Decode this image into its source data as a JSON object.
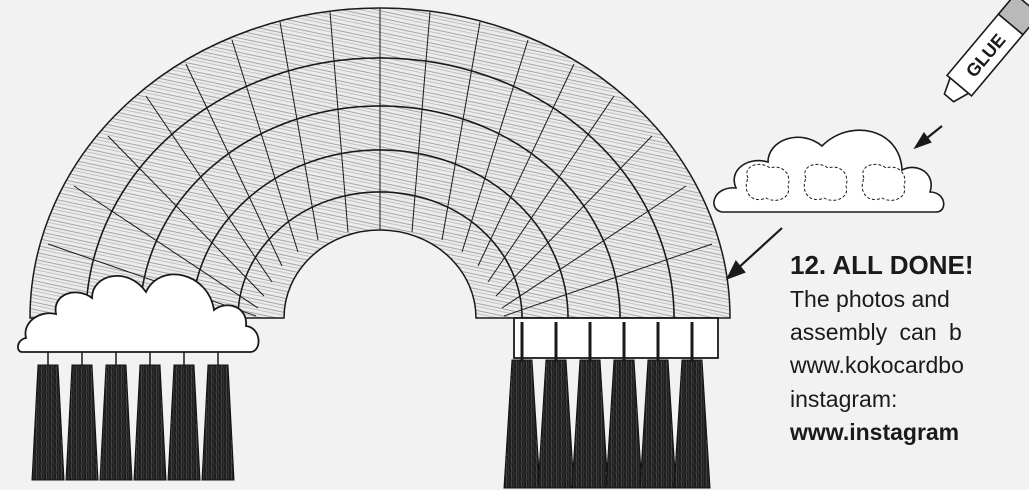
{
  "instructions": {
    "step_title": "12. ALL DONE!",
    "lines": [
      "The photos and",
      "assembly can b",
      "www.kokocardbo",
      "instagram:",
      "www.instagram"
    ]
  },
  "glue_label": "GLUE",
  "colors": {
    "background": "#f2f2f2",
    "line": "#1a1a1a",
    "tassel": "#1e1e1e",
    "cloud_fill": "#ffffff"
  }
}
